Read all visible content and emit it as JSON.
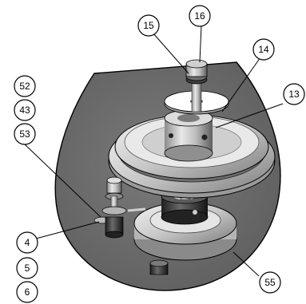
{
  "callouts": {
    "c16": "16",
    "c15": "15",
    "c14": "14",
    "c13": "13",
    "c52": "52",
    "c43": "43",
    "c53": "53",
    "c4": "4",
    "c5": "5",
    "c6": "6",
    "c55": "55"
  },
  "colors": {
    "background_plate": "#6e6e6e",
    "outline": "#000000",
    "metal_light": "#d9d9d9",
    "metal_mid": "#a6a6a6",
    "metal_dark": "#3a3a3a"
  }
}
